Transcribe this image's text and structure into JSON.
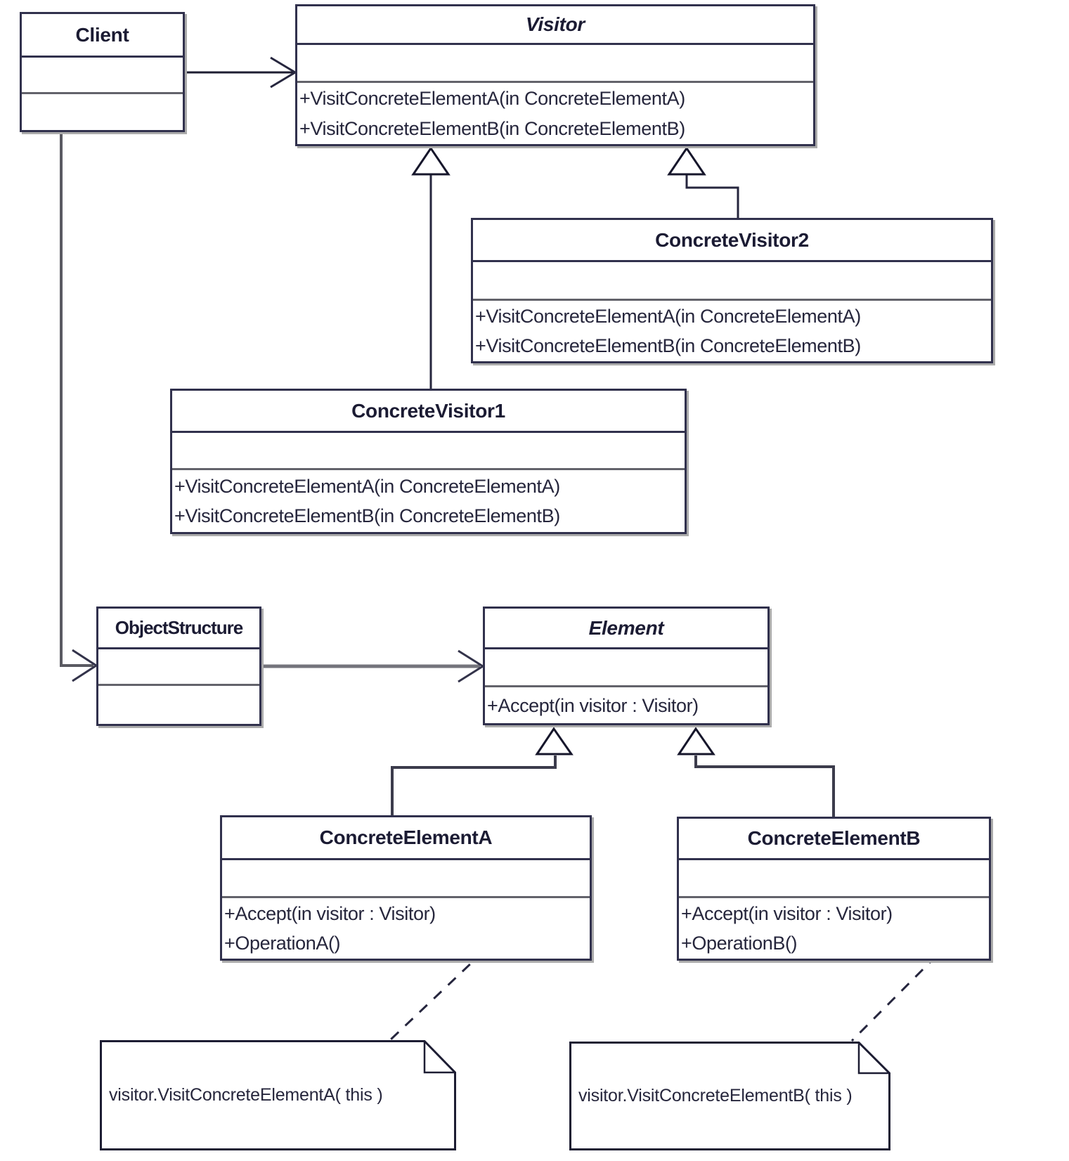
{
  "diagram_title": "Visitor design pattern UML class diagram",
  "colors": {
    "line": "#26263e",
    "gray_line": "#74747c",
    "border": "#31314d",
    "text": "#26263c",
    "title_text": "#1b1b33",
    "background": "#ffffff"
  },
  "classes": {
    "client": {
      "name": "Client",
      "abstract": false,
      "attributes": [],
      "methods": []
    },
    "visitor": {
      "name": "Visitor",
      "abstract": true,
      "attributes": [],
      "methods": [
        "+VisitConcreteElementA(in ConcreteElementA)",
        "+VisitConcreteElementB(in ConcreteElementB)"
      ]
    },
    "concreteVisitor2": {
      "name": "ConcreteVisitor2",
      "abstract": false,
      "attributes": [],
      "methods": [
        "+VisitConcreteElementA(in ConcreteElementA)",
        "+VisitConcreteElementB(in ConcreteElementB)"
      ]
    },
    "concreteVisitor1": {
      "name": "ConcreteVisitor1",
      "abstract": false,
      "attributes": [],
      "methods": [
        "+VisitConcreteElementA(in ConcreteElementA)",
        "+VisitConcreteElementB(in ConcreteElementB)"
      ]
    },
    "objectStructure": {
      "name": "ObjectStructure",
      "abstract": false,
      "attributes": [],
      "methods": []
    },
    "element": {
      "name": "Element",
      "abstract": true,
      "attributes": [],
      "methods": [
        "+Accept(in visitor : Visitor)"
      ]
    },
    "concreteElementA": {
      "name": "ConcreteElementA",
      "abstract": false,
      "attributes": [],
      "methods": [
        "+Accept(in visitor : Visitor)",
        "+OperationA()"
      ]
    },
    "concreteElementB": {
      "name": "ConcreteElementB",
      "abstract": false,
      "attributes": [],
      "methods": [
        "+Accept(in visitor : Visitor)",
        "+OperationB()"
      ]
    }
  },
  "notes": {
    "noteA": {
      "text": "visitor.VisitConcreteElementA( this )"
    },
    "noteB": {
      "text": "visitor.VisitConcreteElementB( this )"
    }
  },
  "relationships": [
    {
      "from": "Client",
      "to": "Visitor",
      "type": "association"
    },
    {
      "from": "Client",
      "to": "ObjectStructure",
      "type": "association"
    },
    {
      "from": "ObjectStructure",
      "to": "Element",
      "type": "association"
    },
    {
      "from": "ConcreteVisitor1",
      "to": "Visitor",
      "type": "generalization"
    },
    {
      "from": "ConcreteVisitor2",
      "to": "Visitor",
      "type": "generalization"
    },
    {
      "from": "ConcreteElementA",
      "to": "Element",
      "type": "generalization"
    },
    {
      "from": "ConcreteElementB",
      "to": "Element",
      "type": "generalization"
    },
    {
      "from": "noteA",
      "to": "ConcreteElementA",
      "type": "note-attachment"
    },
    {
      "from": "noteB",
      "to": "ConcreteElementB",
      "type": "note-attachment"
    }
  ]
}
